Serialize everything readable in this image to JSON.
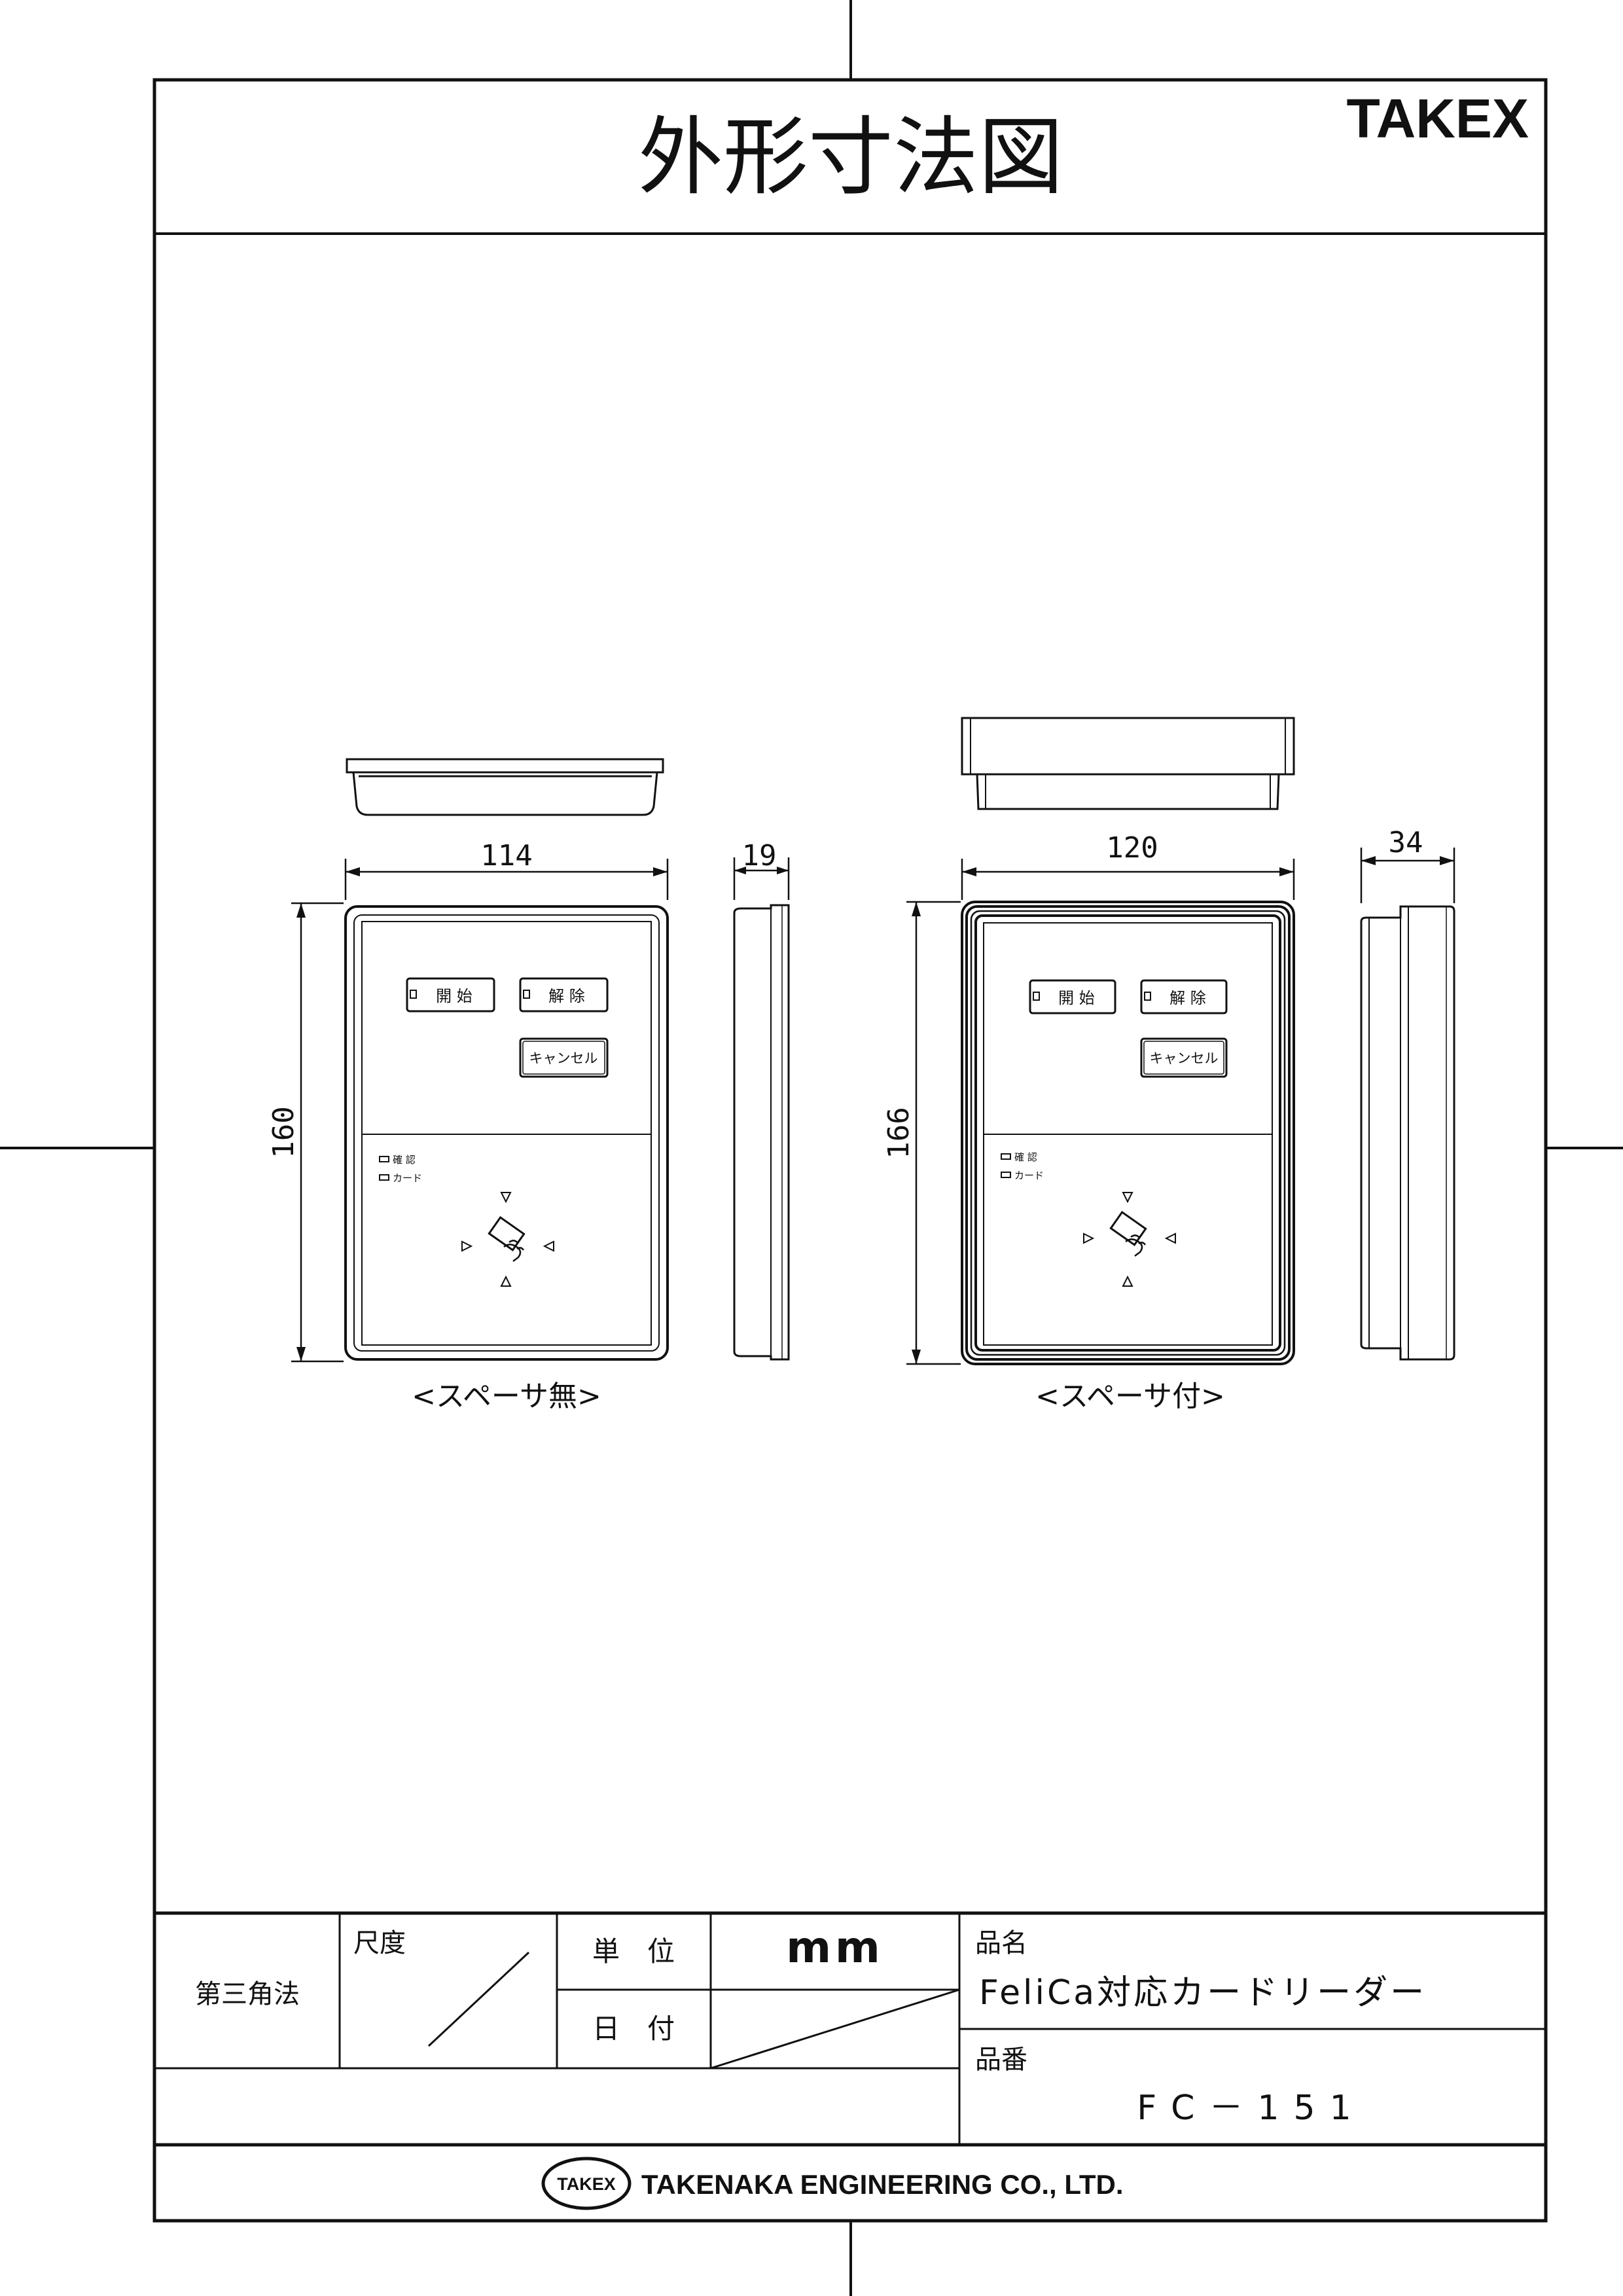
{
  "header": {
    "title": "外形寸法図",
    "brand_logo": "TAKEX"
  },
  "drawing": {
    "left": {
      "caption": "<スペーサ無>",
      "width_dim": "114",
      "height_dim": "160",
      "depth_dim": "19"
    },
    "right": {
      "caption": "<スペーサ付>",
      "width_dim": "120",
      "height_dim": "166",
      "depth_dim": "34"
    },
    "panel": {
      "btn_start": "開 始",
      "btn_release": "解 除",
      "btn_cancel": "キャンセル",
      "led_confirm": "確 認",
      "led_card": "カード"
    }
  },
  "title_block": {
    "projection": "第三角法",
    "scale_label": "尺度",
    "unit_label": "単　位",
    "unit_value": "mm",
    "date_label": "日　付",
    "product_name_label": "品名",
    "product_name": "FeliCa対応カードリーダー",
    "product_number_label": "品番",
    "product_number": "FC－151",
    "company_logo": "TAKEX",
    "company": "TAKENAKA ENGINEERING CO., LTD."
  }
}
